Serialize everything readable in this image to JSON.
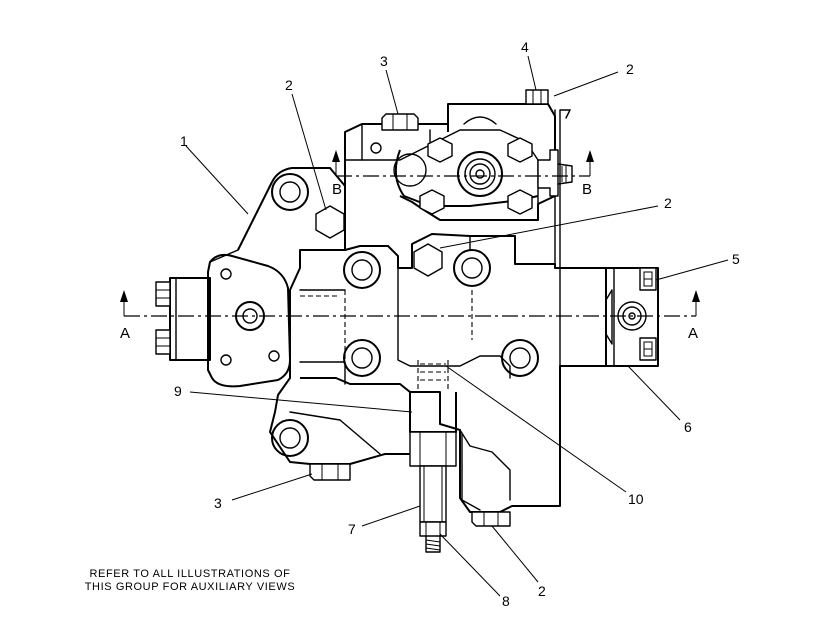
{
  "callouts": {
    "c1": "1",
    "c2a": "2",
    "c2b": "2",
    "c2c": "2",
    "c2d": "2",
    "c3a": "3",
    "c3b": "3",
    "c4": "4",
    "c5": "5",
    "c6": "6",
    "c7": "7",
    "c8": "8",
    "c9": "9",
    "c10": "10"
  },
  "sections": {
    "a_left": "A",
    "a_right": "A",
    "b_left": "B",
    "b_right": "B"
  },
  "note": {
    "line1": "REFER TO ALL ILLUSTRATIONS OF",
    "line2": "THIS GROUP FOR AUXILIARY VIEWS"
  }
}
